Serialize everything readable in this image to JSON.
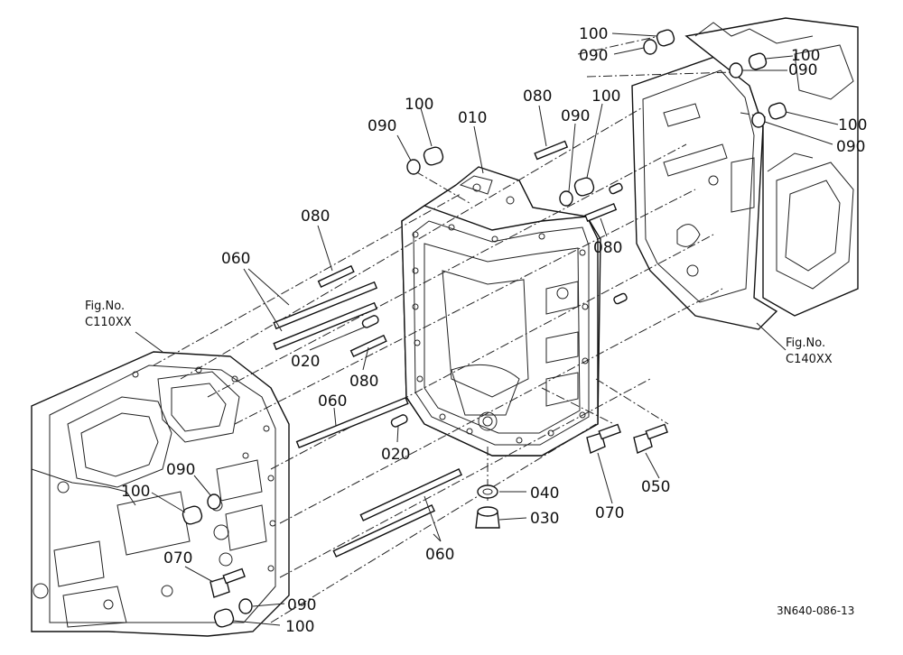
{
  "labels": {
    "p100_a": "100",
    "p090_a": "090",
    "p100_b": "100",
    "p090_b": "090",
    "p100_c": "100",
    "p090_c": "090",
    "p090_d": "090",
    "p100_d": "100",
    "p010": "010",
    "p080_a": "080",
    "p090_e": "090",
    "p100_e": "100",
    "p080_b": "080",
    "p080_c": "080",
    "p060_a": "060",
    "p020_a": "020",
    "p080_d": "080",
    "p060_b": "060",
    "p020_b": "020",
    "p090_f": "090",
    "p100_f": "100",
    "p040": "040",
    "p030": "030",
    "p070_a": "070",
    "p050": "050",
    "p060_c": "060",
    "p070_b": "070",
    "p090_g": "090",
    "p100_g": "100"
  },
  "figrefs": {
    "left_title": "Fig.No.",
    "left_code": "C110XX",
    "right_title": "Fig.No.",
    "right_code": "C140XX"
  },
  "drawing_code": "3N640-086-13"
}
